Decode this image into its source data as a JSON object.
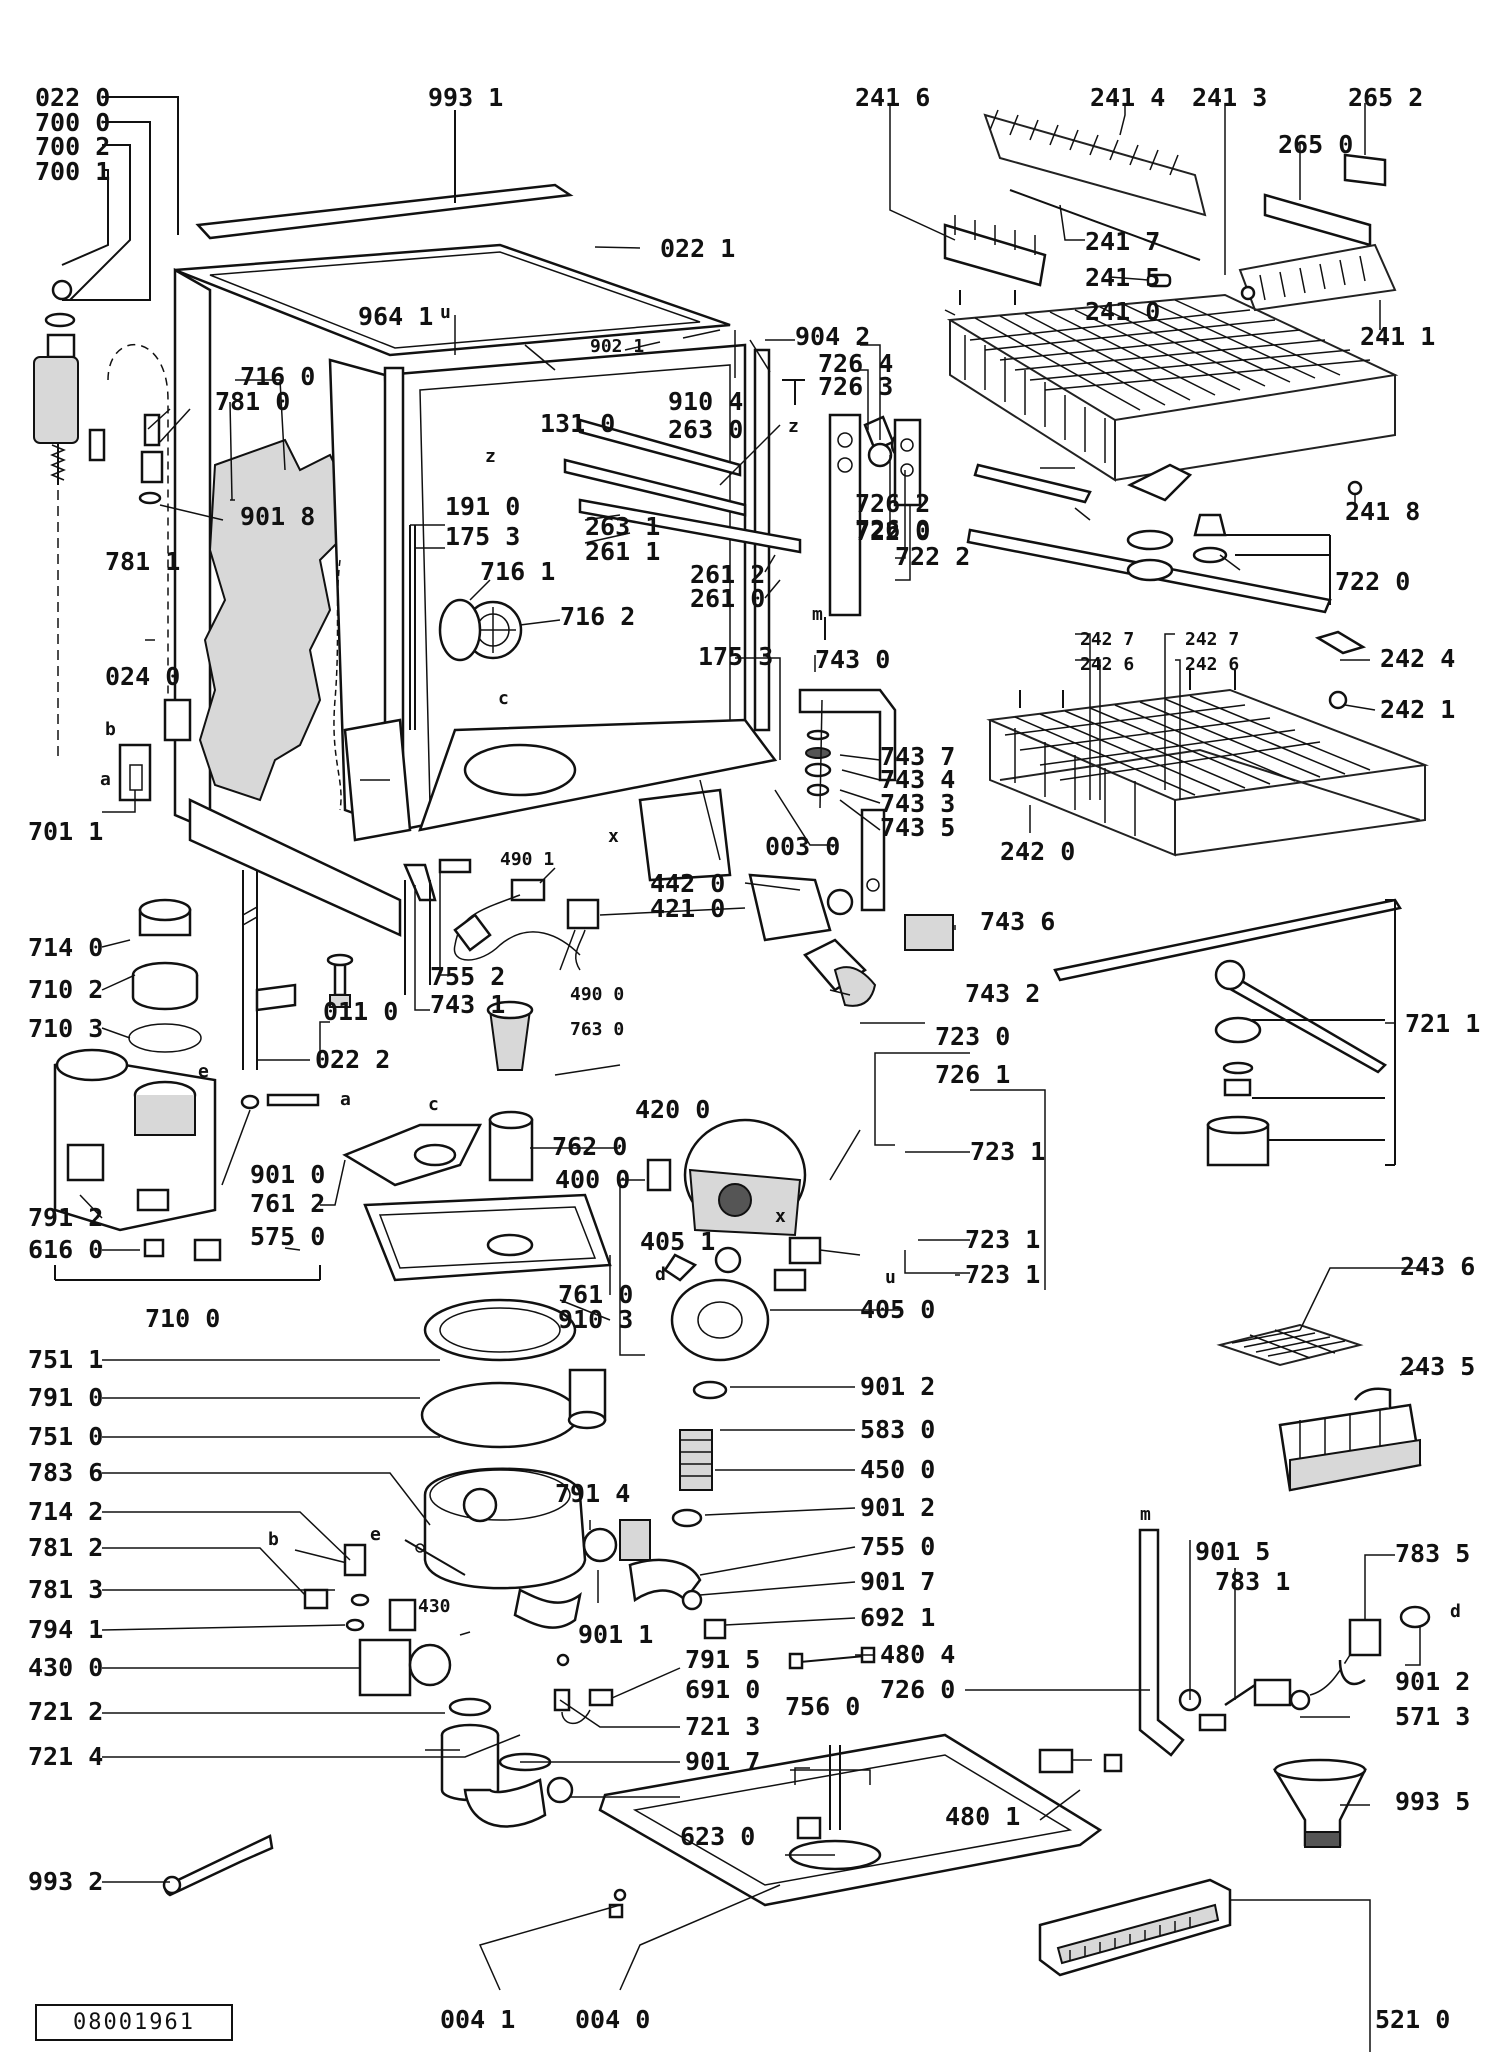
{
  "title": "",
  "reference_code": "08001961",
  "part_labels": [
    "022 0",
    "700 0",
    "700 2",
    "700 1",
    "993 1",
    "022 1",
    "241 6",
    "241 4",
    "241 3",
    "265 2",
    "265 0",
    "964 1",
    "u",
    "902 1",
    "904 2",
    "726 4",
    "726 3",
    "241 0",
    "241 7",
    "241 5",
    "241 1",
    "241 8",
    "716 0",
    "781 0",
    "901 8",
    "781 1",
    "131 0",
    "910 4",
    "263 0",
    "263 1",
    "261 1",
    "261 2",
    "261 0",
    "191 0",
    "175 3",
    "716 1",
    "716 2",
    "722 2",
    "722 0",
    "726 2",
    "726 0",
    "024 0",
    "b",
    "a",
    "z",
    "c",
    "701 1",
    "003 0",
    "743 0",
    "743 7",
    "743 4",
    "743 3",
    "743 5",
    "242 7",
    "242 6",
    "242 4",
    "242 1",
    "242 0",
    "490 1",
    "442 0",
    "421 0",
    "743 6",
    "755 2",
    "743 1",
    "714 0",
    "710 2",
    "710 3",
    "011 0",
    "022 2",
    "490 0",
    "763 0",
    "743 2",
    "721 1",
    "723 0",
    "726 1",
    "723 1",
    "e",
    "901 0",
    "761 2",
    "762 0",
    "420 0",
    "400 0",
    "791 2",
    "616 0",
    "575 0",
    "710 0",
    "761 0",
    "910 3",
    "405 1",
    "405 0",
    "d",
    "x",
    "243 6",
    "243 5",
    "751 1",
    "791 0",
    "751 0",
    "783 6",
    "714 2",
    "781 2",
    "781 3",
    "794 1",
    "430 0",
    "430",
    "791 4",
    "901 2",
    "583 0",
    "450 0",
    "755 0",
    "901 7",
    "692 1",
    "901 1",
    "791 5",
    "480 4",
    "691 0",
    "726 0",
    "901 5",
    "783 1",
    "783 5",
    "571 3",
    "721 2",
    "721 3",
    "721 4",
    "756 0",
    "480 1",
    "993 5",
    "623 0",
    "993 2",
    "004 1",
    "004 0",
    "521 0",
    "m"
  ]
}
